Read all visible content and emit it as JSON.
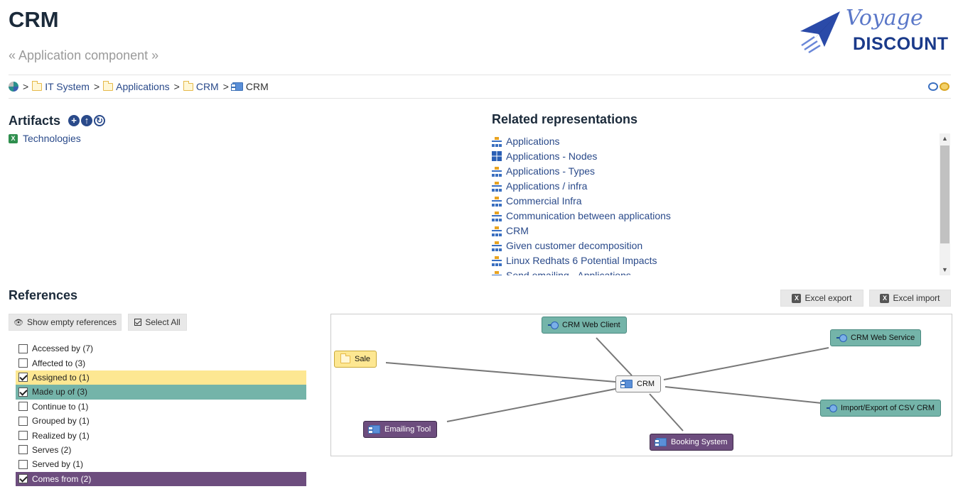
{
  "header": {
    "title": "CRM",
    "subtitle": "« Application component »",
    "logo_line1": "Voyage",
    "logo_line2": "DISCOUNT"
  },
  "breadcrumb": {
    "sep": ">",
    "items": [
      {
        "label": "IT System",
        "icon": "folder-icon"
      },
      {
        "label": "Applications",
        "icon": "folder-icon"
      },
      {
        "label": "CRM",
        "icon": "folder-icon"
      },
      {
        "label": "CRM",
        "icon": "component-icon"
      }
    ]
  },
  "artifacts": {
    "heading": "Artifacts",
    "items": [
      {
        "label": "Technologies",
        "icon": "excel-icon"
      }
    ]
  },
  "related": {
    "heading": "Related representations",
    "items": [
      {
        "label": "Applications",
        "icon": "tree-icon"
      },
      {
        "label": "Applications - Nodes",
        "icon": "grid-icon"
      },
      {
        "label": "Applications - Types",
        "icon": "tree-icon"
      },
      {
        "label": "Applications / infra",
        "icon": "tree-icon"
      },
      {
        "label": "Commercial Infra",
        "icon": "tree-icon"
      },
      {
        "label": "Communication between applications",
        "icon": "tree-icon"
      },
      {
        "label": "CRM",
        "icon": "tree-icon"
      },
      {
        "label": "Given customer decomposition",
        "icon": "tree-icon"
      },
      {
        "label": "Linux Redhats 6 Potential Impacts",
        "icon": "tree-icon"
      },
      {
        "label": "Send emailing - Applications",
        "icon": "tree-icon"
      }
    ]
  },
  "references": {
    "heading": "References",
    "show_empty_label": "Show empty references",
    "select_all_label": "Select All",
    "excel_export_label": "Excel export",
    "excel_import_label": "Excel import",
    "rows": [
      {
        "label": "Accessed by (7)",
        "checked": false,
        "color": ""
      },
      {
        "label": "Affected to (3)",
        "checked": false,
        "color": ""
      },
      {
        "label": "Assigned to (1)",
        "checked": true,
        "color": "yellow"
      },
      {
        "label": "Made up of (3)",
        "checked": true,
        "color": "teal"
      },
      {
        "label": "Continue to (1)",
        "checked": false,
        "color": ""
      },
      {
        "label": "Grouped by (1)",
        "checked": false,
        "color": ""
      },
      {
        "label": "Realized by (1)",
        "checked": false,
        "color": ""
      },
      {
        "label": "Serves (2)",
        "checked": false,
        "color": ""
      },
      {
        "label": "Served by (1)",
        "checked": false,
        "color": ""
      },
      {
        "label": "Comes from (2)",
        "checked": true,
        "color": "purple"
      }
    ]
  },
  "graph": {
    "center": "CRM",
    "nodes": {
      "web_client": "CRM Web Client",
      "web_service": "CRM Web Service",
      "sale": "Sale",
      "import_export": "Import/Export of CSV CRM",
      "emailing": "Emailing Tool",
      "booking": "Booking System"
    }
  },
  "colors": {
    "yellow": "#fde792",
    "teal": "#74b4a9",
    "purple": "#6d4d7e",
    "link": "#2a4a8a"
  }
}
